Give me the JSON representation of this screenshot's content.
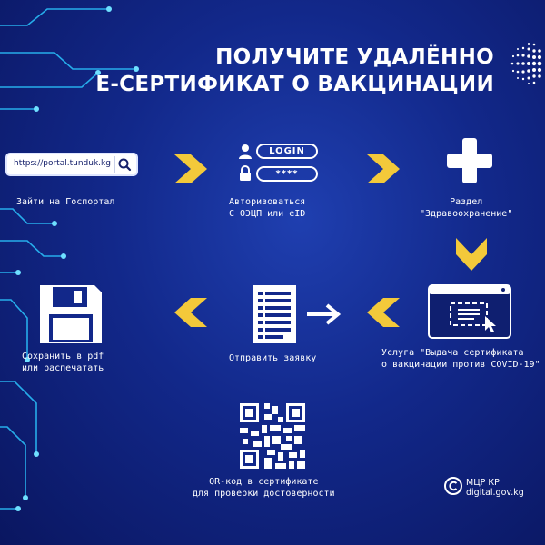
{
  "title": {
    "line1": "ПОЛУЧИТЕ УДАЛЁННО",
    "line2": "Е-СЕРТИФИКАТ О ВАКЦИНАЦИИ"
  },
  "steps": {
    "portal": {
      "url": "https://portal.tunduk.kg",
      "label": "Зайти на Госпортал",
      "icon": "search-icon"
    },
    "auth": {
      "login_text": "LOGIN",
      "password_text": "****",
      "label_line1": "Авторизоваться",
      "label_line2": "С ОЭЦП или eID",
      "icons": [
        "user-icon",
        "lock-icon"
      ]
    },
    "section": {
      "label_line1": "Раздел",
      "label_line2": "\"Здравоохранение\"",
      "icon": "plus-icon"
    },
    "service": {
      "label_line1": "Услуга \"Выдача сертификата",
      "label_line2": "о вакцинации против COVID-19\"",
      "icon": "browser-window-icon"
    },
    "submit": {
      "label": "Отправить заявку",
      "icon": "document-list-icon"
    },
    "save": {
      "label_line1": "Сохранить в pdf",
      "label_line2": "или распечатать",
      "icon": "floppy-disk-icon"
    },
    "qr": {
      "label_line1": "QR-код в сертификате",
      "label_line2": "для проверки достоверности",
      "icon": "qr-code-icon"
    }
  },
  "footer": {
    "org": "МЦР КР",
    "site": "digital.gov.kg",
    "icon": "copyright-icon"
  },
  "colors": {
    "background": "#12288a",
    "arrow": "#f3c93a",
    "text": "#ffffff",
    "circuit": "#2bc6ff"
  }
}
